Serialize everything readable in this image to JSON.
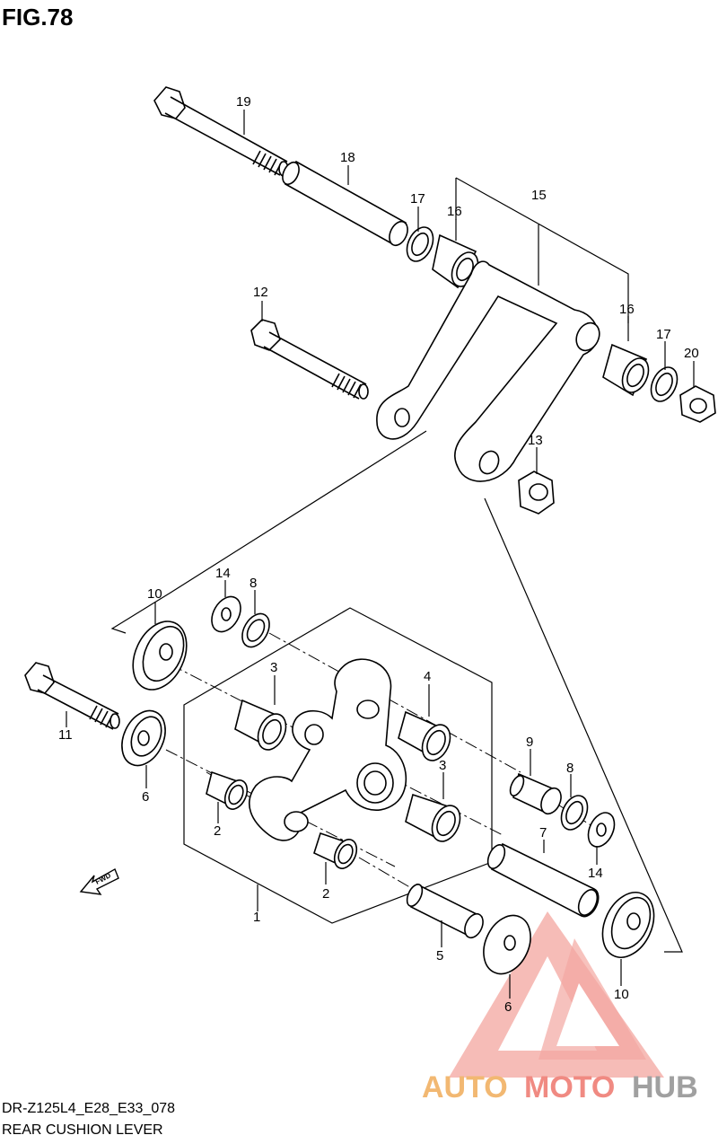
{
  "figure_title": "FIG.78",
  "footer": {
    "diagram_code": "DR-Z125L4_E28_E33_078",
    "diagram_name": "REAR CUSHION LEVER"
  },
  "fwd_arrow_label": "FWD",
  "watermark": {
    "text_orange": "AUTO",
    "text_red": "MOTO",
    "text_gray": "HUB",
    "colors": {
      "orange": "#f2b872",
      "red": "#f08a82",
      "gray": "#a0a0a0",
      "triangle": "#f4a6a0"
    }
  },
  "part_labels": [
    "1",
    "2",
    "2",
    "3",
    "3",
    "4",
    "5",
    "6",
    "6",
    "7",
    "8",
    "8",
    "9",
    "10",
    "10",
    "11",
    "12",
    "13",
    "14",
    "14",
    "15",
    "16",
    "16",
    "17",
    "17",
    "18",
    "19",
    "20"
  ]
}
